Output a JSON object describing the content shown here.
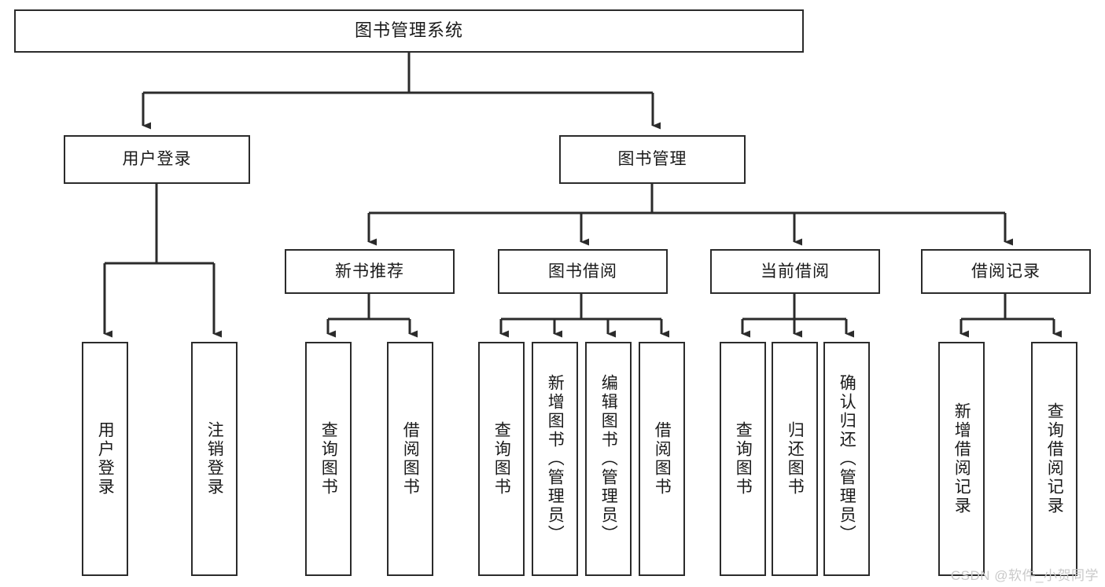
{
  "diagram": {
    "title": "图书管理系统",
    "type": "tree-hierarchy-diagram",
    "colors": {
      "line": "#2b2b2b",
      "box_border": "#2b2b2b",
      "box_fill": "#ffffff",
      "text": "#1a1a1a",
      "watermark": "#c9c9c9",
      "background": "#ffffff"
    },
    "root": {
      "id": "root",
      "label": "图书管理系统"
    },
    "level2": [
      {
        "id": "user-login",
        "label": "用户登录"
      },
      {
        "id": "book-management",
        "label": "图书管理"
      }
    ],
    "level3": [
      {
        "id": "new-book-recommend",
        "label": "新书推荐",
        "parent": "book-management"
      },
      {
        "id": "book-borrow",
        "label": "图书借阅",
        "parent": "book-management"
      },
      {
        "id": "current-borrow",
        "label": "当前借阅",
        "parent": "book-management"
      },
      {
        "id": "borrow-record",
        "label": "借阅记录",
        "parent": "book-management"
      }
    ],
    "leaves": [
      {
        "id": "leaf-user-login",
        "label": "用户登录",
        "parent": "user-login"
      },
      {
        "id": "leaf-logout-login",
        "label": "注销登录",
        "parent": "user-login"
      },
      {
        "id": "leaf-query-book-1",
        "label": "查询图书",
        "parent": "new-book-recommend"
      },
      {
        "id": "leaf-borrow-book-1",
        "label": "借阅图书",
        "parent": "new-book-recommend"
      },
      {
        "id": "leaf-query-book-2",
        "label": "查询图书",
        "parent": "book-borrow"
      },
      {
        "id": "leaf-add-book",
        "label": "新增图书（管理员）",
        "parent": "book-borrow"
      },
      {
        "id": "leaf-edit-book",
        "label": "编辑图书（管理员）",
        "parent": "book-borrow"
      },
      {
        "id": "leaf-borrow-book-2",
        "label": "借阅图书",
        "parent": "book-borrow"
      },
      {
        "id": "leaf-query-book-3",
        "label": "查询图书",
        "parent": "current-borrow"
      },
      {
        "id": "leaf-return-book",
        "label": "归还图书",
        "parent": "current-borrow"
      },
      {
        "id": "leaf-confirm-return",
        "label": "确认归还（管理员）",
        "parent": "current-borrow"
      },
      {
        "id": "leaf-add-record",
        "label": "新增借阅记录",
        "parent": "borrow-record"
      },
      {
        "id": "leaf-query-record",
        "label": "查询借阅记录",
        "parent": "borrow-record"
      }
    ]
  },
  "watermark": {
    "text": "CSDN @软件_小贺同学"
  }
}
